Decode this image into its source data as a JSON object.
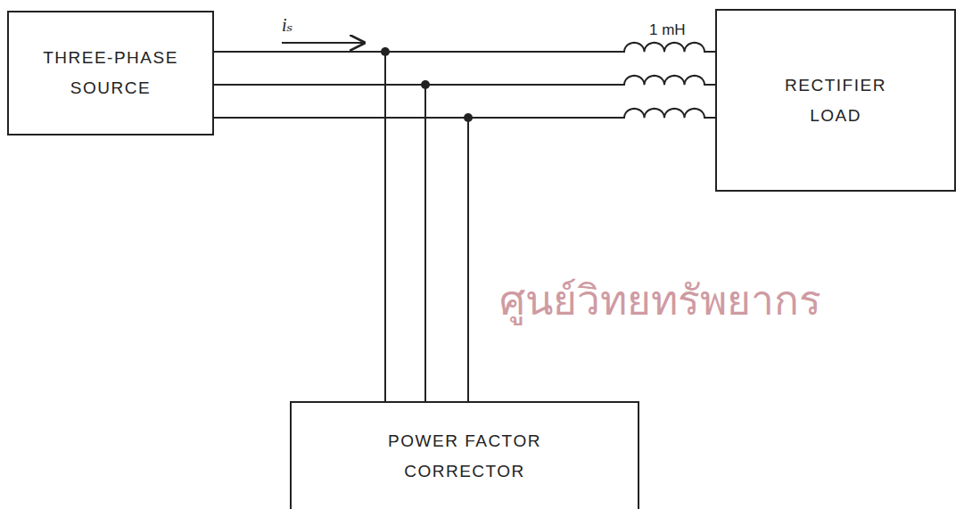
{
  "diagram": {
    "nodes": [
      {
        "text": [
          "THREE-PHASE SOURCE"
        ]
      },
      {
        "text": [
          "RECTIFIER LOAD"
        ]
      },
      {
        "text": [
          "POWER FACTOR CORRECTOR"
        ]
      }
    ],
    "edges": [
      {
        "from": 0,
        "to": 1,
        "arrow": "none"
      },
      {
        "from": 0,
        "to": 1,
        "arrow": "none"
      },
      {
        "from": 0,
        "to": 1,
        "arrow": "none"
      },
      {
        "from": 0,
        "to": 2,
        "arrow": "none"
      },
      {
        "from": 0,
        "to": 2,
        "arrow": "none"
      },
      {
        "from": 0,
        "to": 2,
        "arrow": "none"
      }
    ],
    "labels": [
      "iₛ",
      "1 mH",
      "ศูนย์วิทยทรัพยากร"
    ]
  }
}
